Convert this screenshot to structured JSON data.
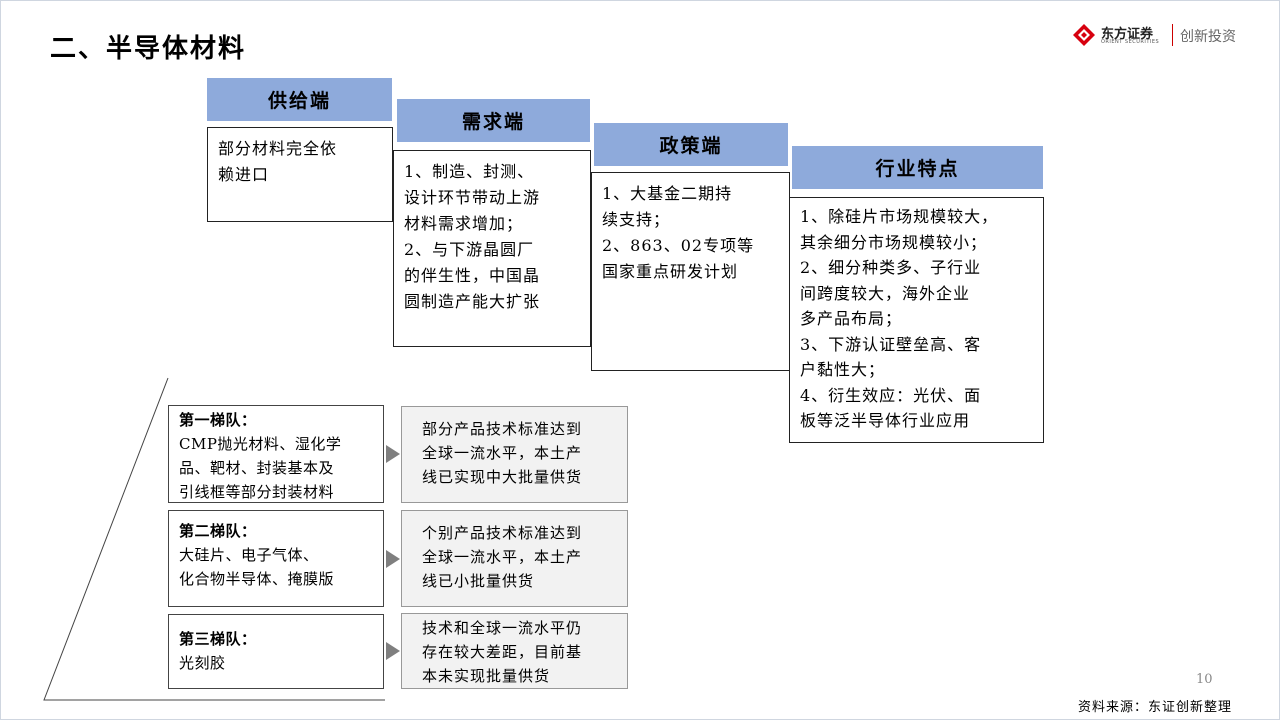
{
  "title": "二、半导体材料",
  "logo": {
    "company_cn": "东方证券",
    "company_en": "ORIENT SECURITIES",
    "slogan": "创新投资",
    "brand_color": "#d7000f"
  },
  "columns": [
    {
      "header": "供给端",
      "lines": [
        "部分材料完全依",
        "赖进口"
      ]
    },
    {
      "header": "需求端",
      "lines": [
        "1、制造、封测、",
        "设计环节带动上游",
        "材料需求增加；",
        "2、与下游晶圆厂",
        "的伴生性，中国晶",
        "圆制造产能大扩张"
      ]
    },
    {
      "header": "政策端",
      "lines": [
        "1、大基金二期持",
        "续支持；",
        "2、863、02专项等",
        "国家重点研发计划"
      ]
    },
    {
      "header": "行业特点",
      "lines": [
        "1、除硅片市场规模较大，",
        "其余细分市场规模较小；",
        "2、细分种类多、子行业",
        "间跨度较大，海外企业",
        "多产品布局；",
        "3、下游认证壁垒高、客",
        "户黏性大；",
        "4、衍生效应：光伏、面",
        "板等泛半导体行业应用"
      ]
    }
  ],
  "tiers": [
    {
      "title": "第一梯队：",
      "lines": [
        "CMP抛光材料、湿化学",
        "品、靶材、封装基本及",
        "引线框等部分封装材料"
      ],
      "result": [
        "部分产品技术标准达到",
        "全球一流水平，本土产",
        "线已实现中大批量供货"
      ]
    },
    {
      "title": "第二梯队：",
      "lines": [
        "大硅片、电子气体、",
        "化合物半导体、掩膜版"
      ],
      "result": [
        "个别产品技术标准达到",
        "全球一流水平，本土产",
        "线已小批量供货"
      ]
    },
    {
      "title": "第三梯队：",
      "lines": [
        "光刻胶"
      ],
      "result": [
        "技术和全球一流水平仍",
        "存在较大差距，目前基",
        "本未实现批量供货"
      ]
    }
  ],
  "page_number": "10",
  "source": "资料来源：东证创新整理",
  "colors": {
    "header_fill": "#8eaadb",
    "result_fill": "#f2f2f2",
    "arrow": "#7f7f7f"
  }
}
